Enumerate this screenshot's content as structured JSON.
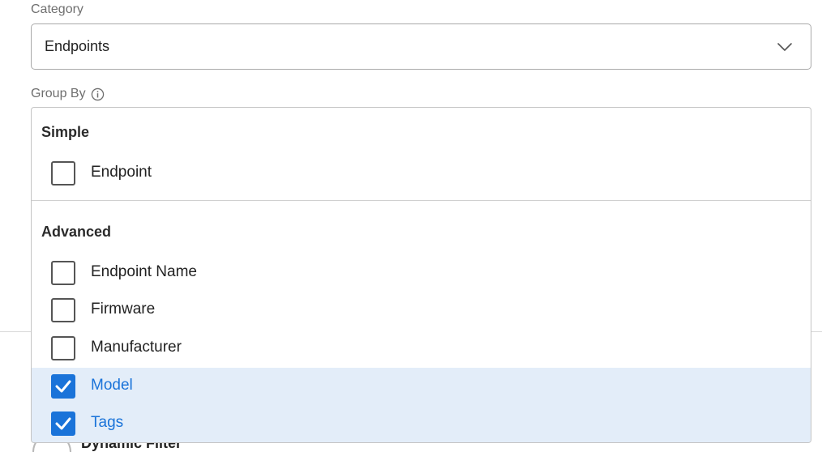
{
  "category": {
    "label": "Category",
    "selected_value": "Endpoints"
  },
  "group_by": {
    "label": "Group By",
    "info_icon": "info-icon",
    "groups": [
      {
        "title": "Simple",
        "options": [
          {
            "label": "Endpoint",
            "checked": false
          }
        ]
      },
      {
        "title": "Advanced",
        "options": [
          {
            "label": "Endpoint Name",
            "checked": false
          },
          {
            "label": "Firmware",
            "checked": false
          },
          {
            "label": "Manufacturer",
            "checked": false
          },
          {
            "label": "Model",
            "checked": true
          },
          {
            "label": "Tags",
            "checked": true
          }
        ]
      }
    ]
  },
  "background": {
    "partial_label": "Dynamic Filter"
  },
  "colors": {
    "accent": "#1a73d9",
    "selected_row": "#e3edf9"
  }
}
